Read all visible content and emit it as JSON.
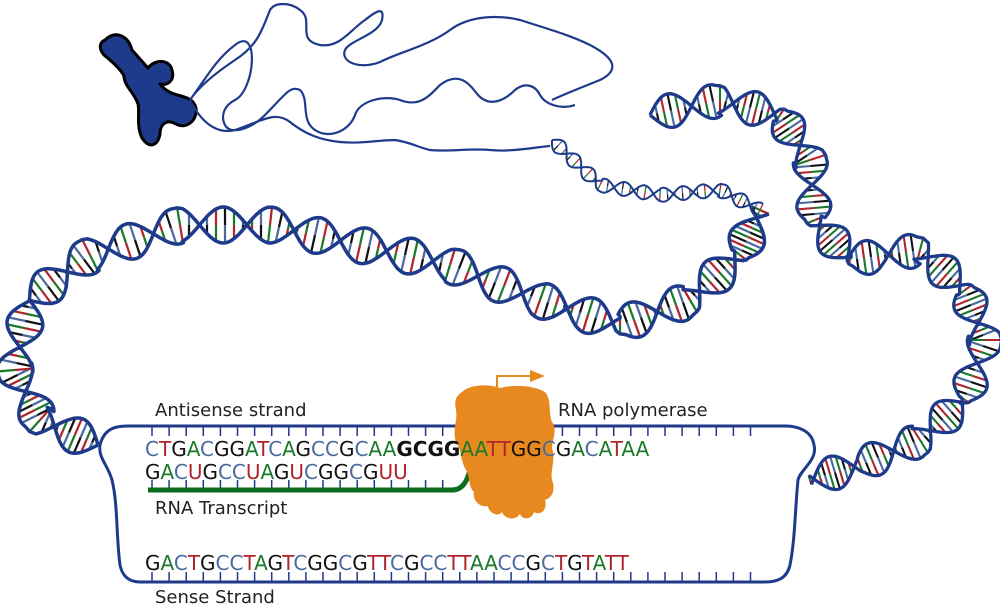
{
  "labels": {
    "antisense": "Antisense strand",
    "polymerase": "RNA polymerase",
    "transcript": "RNA Transcript",
    "sense": "Sense Strand"
  },
  "sequences": {
    "antisense": "CTGACGGATCAGCCGCAAGCGGAATTGGCGACATAA",
    "transcript": "GACUGCCUAGUCGGCGUU",
    "sense": "GACTGCCTAGTCGGCGTTCGCCTTAACCGCTGTATT"
  },
  "highlight": {
    "start": 18,
    "end": 22
  },
  "colors": {
    "dna": "#1e3a8a",
    "chromosome": "#1e3a8a",
    "polymerase": "#e8891f",
    "transcript_strand": "#0b6b1f",
    "A": "#1a7a2a",
    "T": "#b0252c",
    "G": "#111111",
    "C": "#4a6a9e",
    "U": "#b0252c",
    "highlight_text": "#111111"
  },
  "icons": [
    "chromosome-icon",
    "rna-polymerase-icon",
    "transcription-direction-arrow-icon"
  ]
}
